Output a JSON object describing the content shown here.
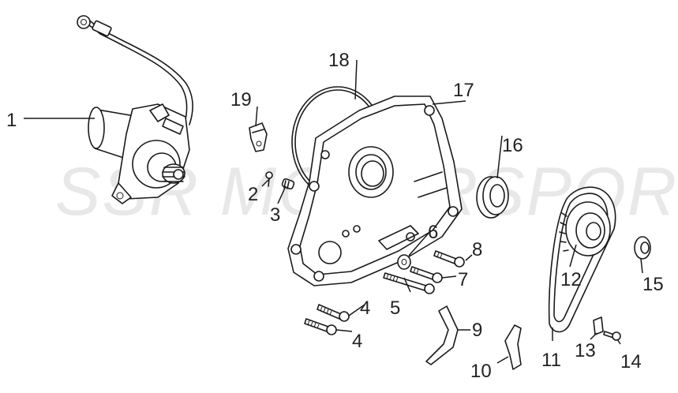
{
  "watermark": "SSR MOTORSPORTS",
  "callouts": [
    {
      "id": "1",
      "text": "1"
    },
    {
      "id": "2",
      "text": "2"
    },
    {
      "id": "3",
      "text": "3"
    },
    {
      "id": "4a",
      "text": "4"
    },
    {
      "id": "4b",
      "text": "4"
    },
    {
      "id": "5",
      "text": "5"
    },
    {
      "id": "6",
      "text": "6"
    },
    {
      "id": "7",
      "text": "7"
    },
    {
      "id": "8",
      "text": "8"
    },
    {
      "id": "9",
      "text": "9"
    },
    {
      "id": "10",
      "text": "10"
    },
    {
      "id": "11",
      "text": "11"
    },
    {
      "id": "12",
      "text": "12"
    },
    {
      "id": "13",
      "text": "13"
    },
    {
      "id": "14",
      "text": "14"
    },
    {
      "id": "15",
      "text": "15"
    },
    {
      "id": "16",
      "text": "16"
    },
    {
      "id": "17",
      "text": "17"
    },
    {
      "id": "18",
      "text": "18"
    },
    {
      "id": "19",
      "text": "19"
    }
  ]
}
